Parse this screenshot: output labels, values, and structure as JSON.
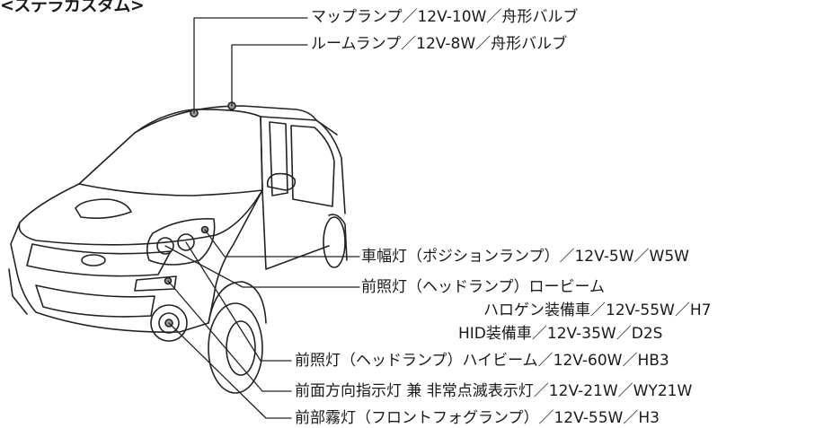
{
  "header": "<ステラカスタム>",
  "labels": {
    "map_lamp": "マップランプ／12V-10W／舟形バルブ",
    "room_lamp": "ルームランプ／12V-8W／舟形バルブ",
    "position_lamp": "車幅灯（ポジションランプ）／12V-5W／W5W",
    "headlamp_low": "前照灯（ヘッドランプ）ロービーム",
    "headlamp_low_halogen": "ハロゲン装備車／12V-55W／H7",
    "headlamp_low_hid": "HID装備車／12V-35W／D2S",
    "headlamp_high": "前照灯（ヘッドランプ）ハイビーム／12V-60W／HB3",
    "turn_signal": "前面方向指示灯 兼 非常点滅表示灯／12V-21W／WY21W",
    "fog_lamp": "前部霧灯（フロントフォグランプ）／12V-55W／H3"
  }
}
